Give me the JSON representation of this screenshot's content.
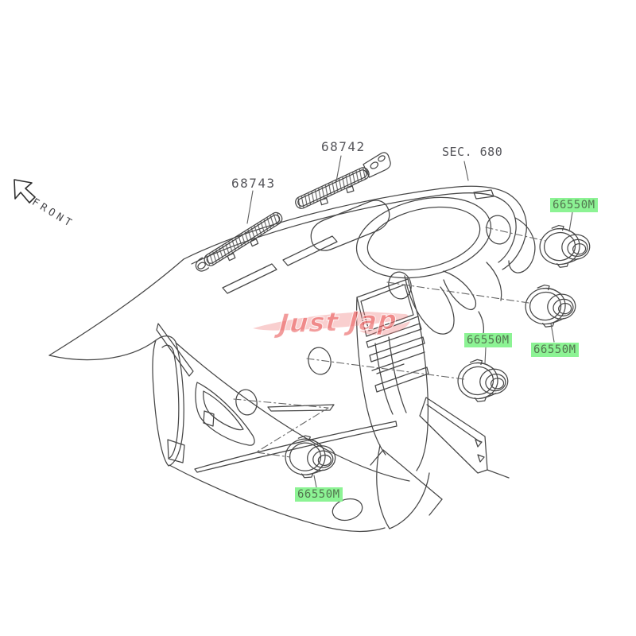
{
  "diagram_labels": {
    "front": "FRONT",
    "grille_left": "68743",
    "grille_right": "68742",
    "section": "SEC. 680",
    "vent_top_right": "66550M",
    "vent_right": "66550M",
    "vent_middle": "66550M",
    "vent_bottom": "66550M"
  },
  "watermark": {
    "text": "Just Jap"
  },
  "colors": {
    "line": "#474747",
    "label_text": "#55555a",
    "highlight_green": "#8cf394",
    "highlight_text": "#53754f",
    "watermark_pink": "#ea6060"
  }
}
